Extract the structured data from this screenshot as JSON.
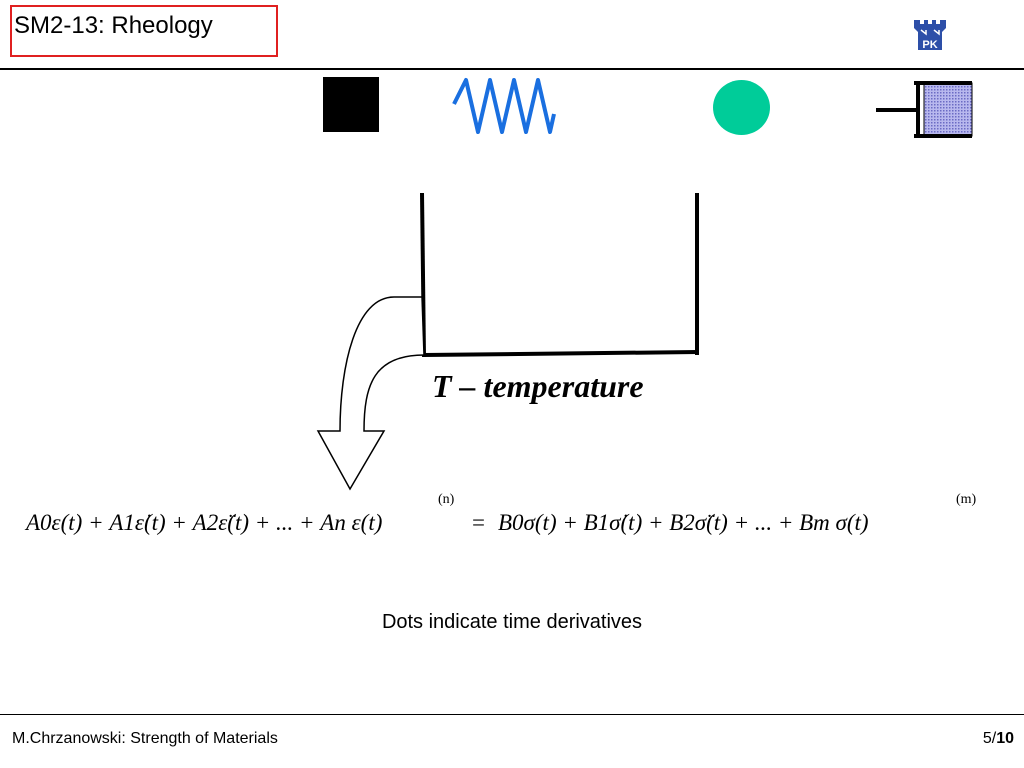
{
  "slide": {
    "title": "SM2-13: Rheology",
    "logo_text": "PK",
    "temperature_label": "T – temperature",
    "caption": "Dots indicate time derivatives"
  },
  "equation": {
    "lhs": "A0ε(t) + A1ε̇(t) + A2ε̈(t) + ... + An ε(t)",
    "lhs_order": "(n)",
    "equals": "=",
    "rhs": "B0σ(t) + B1σ̇(t) + B2σ̈(t) + ... + Bm σ(t)",
    "rhs_order": "(m)"
  },
  "colors": {
    "title_border": "#e02020",
    "spring": "#1a6fe0",
    "ball": "#00cc99",
    "dashpot_fill": "#9999dd"
  },
  "footer": {
    "author": "M.Chrzanowski: Strength of Materials",
    "page_current": "5/",
    "page_total": "10"
  }
}
